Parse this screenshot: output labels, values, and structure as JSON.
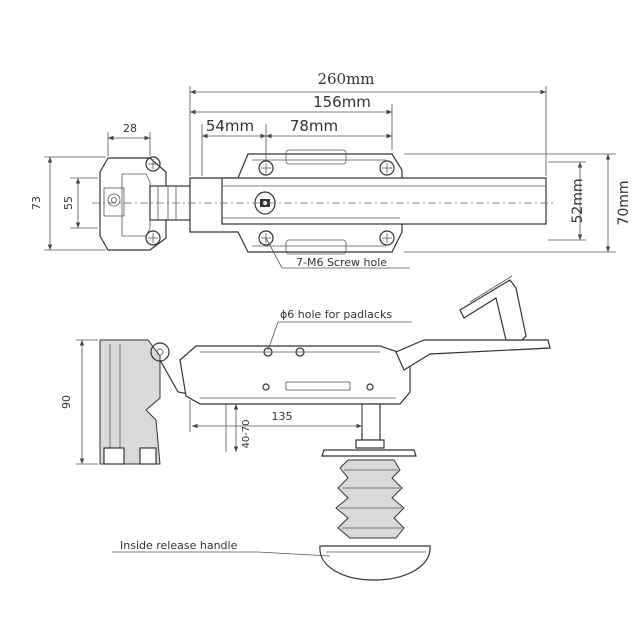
{
  "dimensions": {
    "overall_length": "260mm",
    "body_length": "156mm",
    "hole_offset": "54mm",
    "hole_spacing": "78mm",
    "keeper_width": "28",
    "keeper_height_outer": "73",
    "keeper_height_inner": "55",
    "hole_vertical_spacing": "52mm",
    "body_height": "70mm",
    "side_height": "90",
    "handle_reach": "135",
    "door_thickness": "40-70"
  },
  "callouts": {
    "screw_holes": "7-M6 Screw hole",
    "padlock_hole": "ϕ6  hole for padlacks",
    "release_handle": "Inside release handle"
  }
}
